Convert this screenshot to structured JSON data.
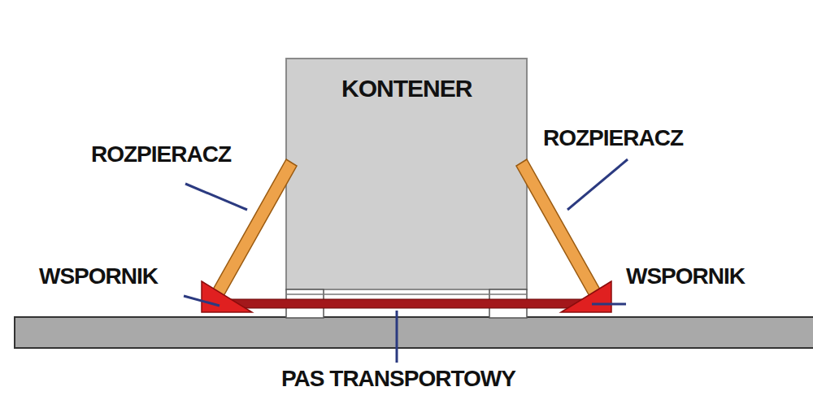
{
  "diagram": {
    "nodes": [
      {
        "text": [
          "KONTENER"
        ]
      }
    ],
    "labels": [
      "ROZPIERACZ",
      "ROZPIERACZ",
      "WSPORNIK",
      "WSPORNIK",
      "PAS TRANSPORTOWY"
    ]
  }
}
